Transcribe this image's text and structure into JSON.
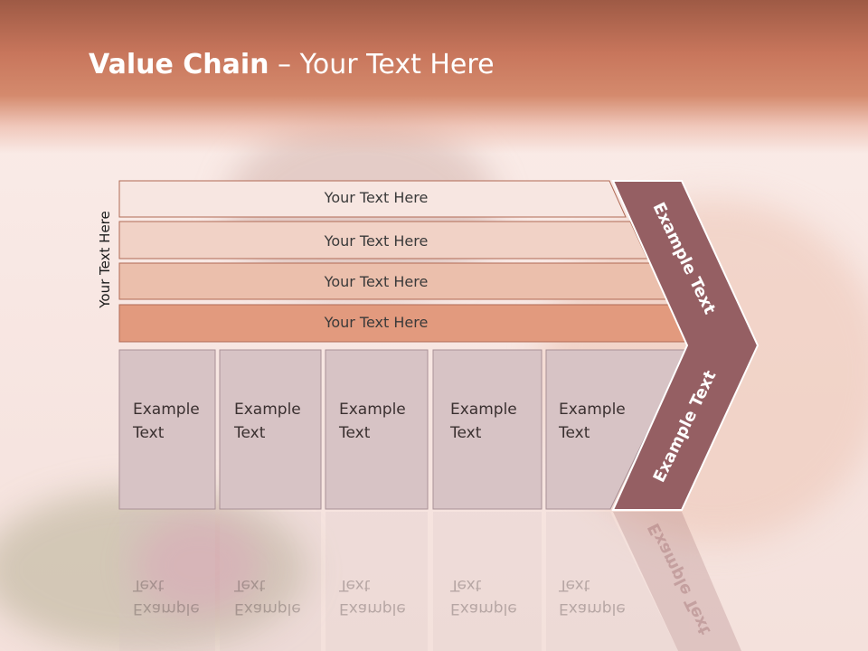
{
  "title": {
    "bold": "Value Chain",
    "rest": " – Your Text Here"
  },
  "side_label": "Your Text Here",
  "rows": [
    {
      "label": "Your Text Here",
      "fill": "#f7e6e1"
    },
    {
      "label": "Your Text Here",
      "fill": "#f1d2c6"
    },
    {
      "label": "Your Text Here",
      "fill": "#ebbfac"
    },
    {
      "label": "Your Text Here",
      "fill": "#e29a7e"
    }
  ],
  "columns": [
    {
      "line1": "Example",
      "line2": "Text"
    },
    {
      "line1": "Example",
      "line2": "Text"
    },
    {
      "line1": "Example",
      "line2": "Text"
    },
    {
      "line1": "Example",
      "line2": "Text"
    },
    {
      "line1": "Example",
      "line2": "Text"
    }
  ],
  "chevron": {
    "upper_label": "Example Text",
    "lower_label": "Example Text",
    "fill": "#955f63"
  },
  "colors": {
    "header": "#c8765c",
    "column_fill": "#d7c3c5",
    "row_stroke": "#b06a55"
  }
}
